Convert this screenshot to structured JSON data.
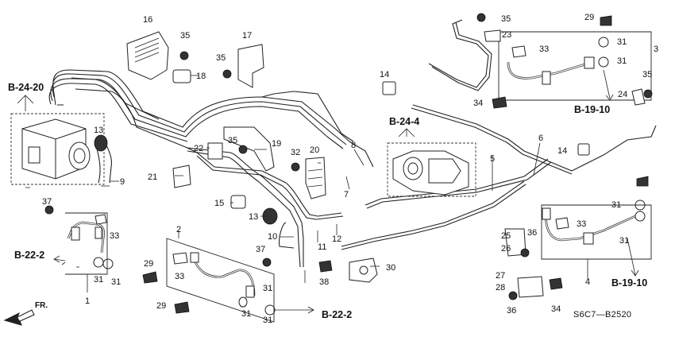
{
  "diagram": {
    "code": "S6C7—B2520",
    "direction_label": "FR.",
    "references": [
      "B-24-20",
      "B-24-4",
      "B-19-10",
      "B-19-10",
      "B-22-2",
      "B-22-2"
    ],
    "callouts": [
      "1",
      "2",
      "3",
      "4",
      "5",
      "6",
      "7",
      "8",
      "9",
      "10",
      "11",
      "12",
      "13",
      "13",
      "14",
      "14",
      "15",
      "16",
      "17",
      "18",
      "19",
      "20",
      "21",
      "22",
      "23",
      "24",
      "25",
      "26",
      "27",
      "28",
      "29",
      "29",
      "29",
      "30",
      "31",
      "31",
      "31",
      "31",
      "31",
      "31",
      "31",
      "31",
      "31",
      "32",
      "33",
      "33",
      "33",
      "33",
      "34",
      "34",
      "35",
      "35",
      "35",
      "35",
      "35",
      "36",
      "36",
      "37",
      "37",
      "38"
    ]
  }
}
